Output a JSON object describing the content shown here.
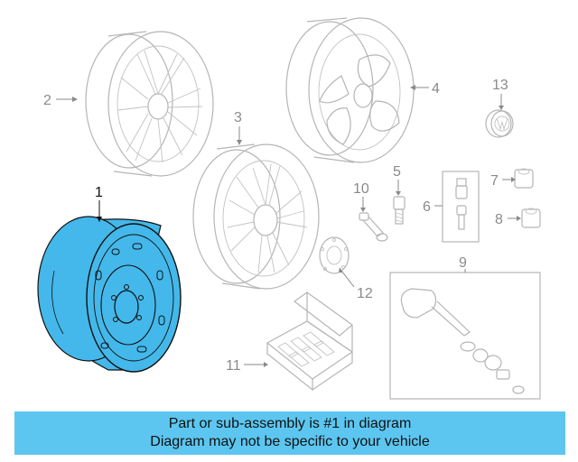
{
  "callouts": {
    "c1": "1",
    "c2": "2",
    "c3": "3",
    "c4": "4",
    "c5": "5",
    "c6": "6",
    "c7": "7",
    "c8": "8",
    "c9": "9",
    "c10": "10",
    "c11": "11",
    "c12": "12",
    "c13": "13"
  },
  "banner": {
    "line1": "Part or sub-assembly is #1 in diagram",
    "line2": "Diagram may not be specific to your vehicle"
  },
  "colors": {
    "highlight": "#44b8ea",
    "banner": "#5cc6f0",
    "ghost_line": "#b5b5b5"
  }
}
